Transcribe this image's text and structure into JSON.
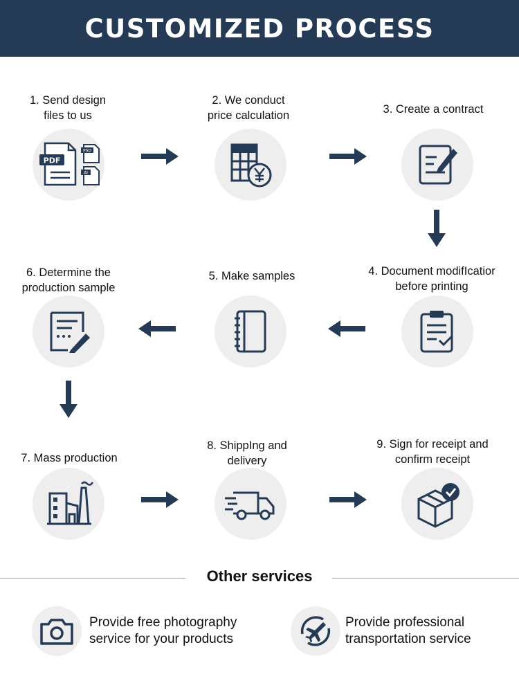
{
  "header": {
    "title": "CUSTOMIZED PROCESS"
  },
  "steps": [
    {
      "label": "1.  Send design\nfiles to us",
      "icon": "file-formats-icon"
    },
    {
      "label": "2.  We conduct\nprice calculation",
      "icon": "price-calculation-icon"
    },
    {
      "label": "3.  Create a contract",
      "icon": "contract-icon"
    },
    {
      "label": "4.  Document modifIcatior\nbefore printing",
      "icon": "clipboard-check-icon"
    },
    {
      "label": "5.  Make samples",
      "icon": "notebook-icon"
    },
    {
      "label": "6.  Determine the\nproduction sample",
      "icon": "note-edit-icon"
    },
    {
      "label": "7.    Mass production",
      "icon": "factory-icon"
    },
    {
      "label": "8.   ShippIng and\ndelivery",
      "icon": "delivery-truck-icon"
    },
    {
      "label": "9.  Sign for receipt and\nconfirm receipt",
      "icon": "package-check-icon"
    }
  ],
  "file_badges": {
    "pdf": "PDF",
    "psd": "PSD",
    "ai": "AI"
  },
  "other_services": {
    "title": "Other services",
    "items": [
      {
        "text": "Provide free photography\nservice for your products",
        "icon": "camera-icon"
      },
      {
        "text": "Provide professional\ntransportation service",
        "icon": "airplane-icon"
      }
    ]
  },
  "colors": {
    "navy": "#253a55",
    "circle_bg": "#eeeeee",
    "text": "#111111"
  }
}
